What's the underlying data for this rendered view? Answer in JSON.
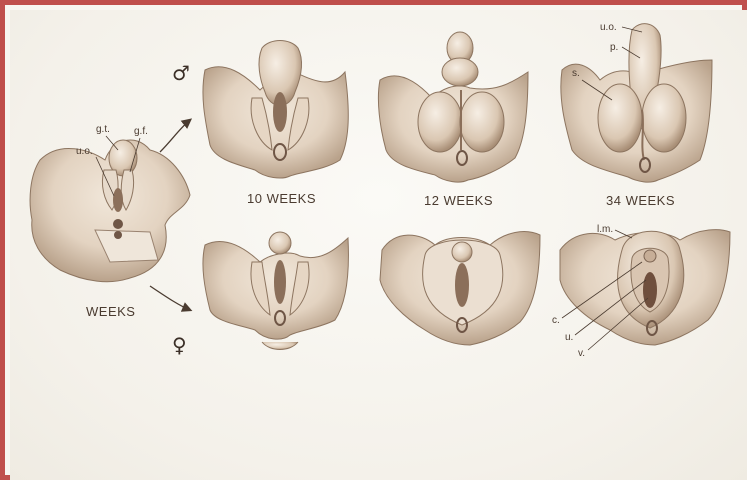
{
  "labels": {
    "male_symbol": "♂",
    "female_symbol": "♀",
    "stage_left": "WEEKS",
    "stage_10": "10 WEEKS",
    "stage_12": "12 WEEKS",
    "stage_34": "34 WEEKS"
  },
  "abbreviations": {
    "gt": "g.t.",
    "gf": "g.f.",
    "uo": "u.o.",
    "uo_male": "u.o.",
    "p": "p.",
    "s": "s.",
    "lm": "l.m.",
    "c": "c.",
    "u": "u.",
    "v": "v."
  },
  "colors": {
    "border": "#c0504d",
    "tissue": "#e6d8c8",
    "shadow": "#a48d78",
    "ink": "#4a3b30"
  }
}
